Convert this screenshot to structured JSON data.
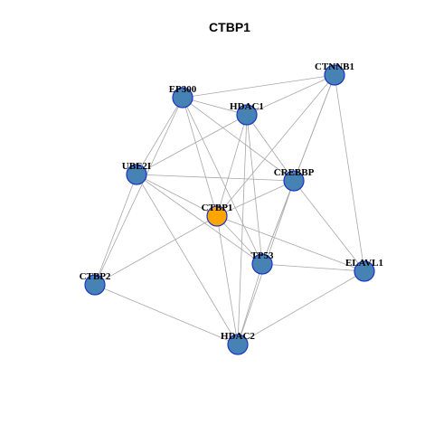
{
  "title": "CTBP1",
  "colors": {
    "node": "#4682b4",
    "focus": "#ffa500",
    "border": "#1a33c8",
    "edge": "#a8a8a8"
  },
  "nodes": [
    {
      "id": "CTNNB1",
      "label": "CTNNB1",
      "focus": false
    },
    {
      "id": "EP300",
      "label": "EP300",
      "focus": false
    },
    {
      "id": "HDAC1",
      "label": "HDAC1",
      "focus": false
    },
    {
      "id": "UBE2I",
      "label": "UBE2I",
      "focus": false
    },
    {
      "id": "CREBBP",
      "label": "CREBBP",
      "focus": false
    },
    {
      "id": "CTBP1",
      "label": "CTBP1",
      "focus": true
    },
    {
      "id": "TP53",
      "label": "TP53",
      "focus": false
    },
    {
      "id": "ELAVL1",
      "label": "ELAVL1",
      "focus": false
    },
    {
      "id": "CTBP2",
      "label": "CTBP2",
      "focus": false
    },
    {
      "id": "HDAC2",
      "label": "HDAC2",
      "focus": false
    }
  ],
  "edges": [
    [
      "CTNNB1",
      "EP300"
    ],
    [
      "CTNNB1",
      "HDAC1"
    ],
    [
      "CTNNB1",
      "CREBBP"
    ],
    [
      "CTNNB1",
      "CTBP1"
    ],
    [
      "CTNNB1",
      "TP53"
    ],
    [
      "CTNNB1",
      "ELAVL1"
    ],
    [
      "EP300",
      "HDAC1"
    ],
    [
      "EP300",
      "UBE2I"
    ],
    [
      "EP300",
      "CREBBP"
    ],
    [
      "EP300",
      "CTBP1"
    ],
    [
      "EP300",
      "TP53"
    ],
    [
      "EP300",
      "CTBP2"
    ],
    [
      "HDAC1",
      "UBE2I"
    ],
    [
      "HDAC1",
      "CREBBP"
    ],
    [
      "HDAC1",
      "CTBP1"
    ],
    [
      "HDAC1",
      "TP53"
    ],
    [
      "HDAC1",
      "HDAC2"
    ],
    [
      "UBE2I",
      "CREBBP"
    ],
    [
      "UBE2I",
      "CTBP1"
    ],
    [
      "UBE2I",
      "TP53"
    ],
    [
      "UBE2I",
      "CTBP2"
    ],
    [
      "UBE2I",
      "HDAC2"
    ],
    [
      "CREBBP",
      "CTBP1"
    ],
    [
      "CREBBP",
      "TP53"
    ],
    [
      "CREBBP",
      "ELAVL1"
    ],
    [
      "CREBBP",
      "HDAC2"
    ],
    [
      "CTBP1",
      "TP53"
    ],
    [
      "CTBP1",
      "CTBP2"
    ],
    [
      "CTBP1",
      "HDAC2"
    ],
    [
      "CTBP1",
      "ELAVL1"
    ],
    [
      "TP53",
      "ELAVL1"
    ],
    [
      "TP53",
      "HDAC2"
    ],
    [
      "ELAVL1",
      "HDAC2"
    ],
    [
      "CTBP2",
      "HDAC2"
    ]
  ]
}
